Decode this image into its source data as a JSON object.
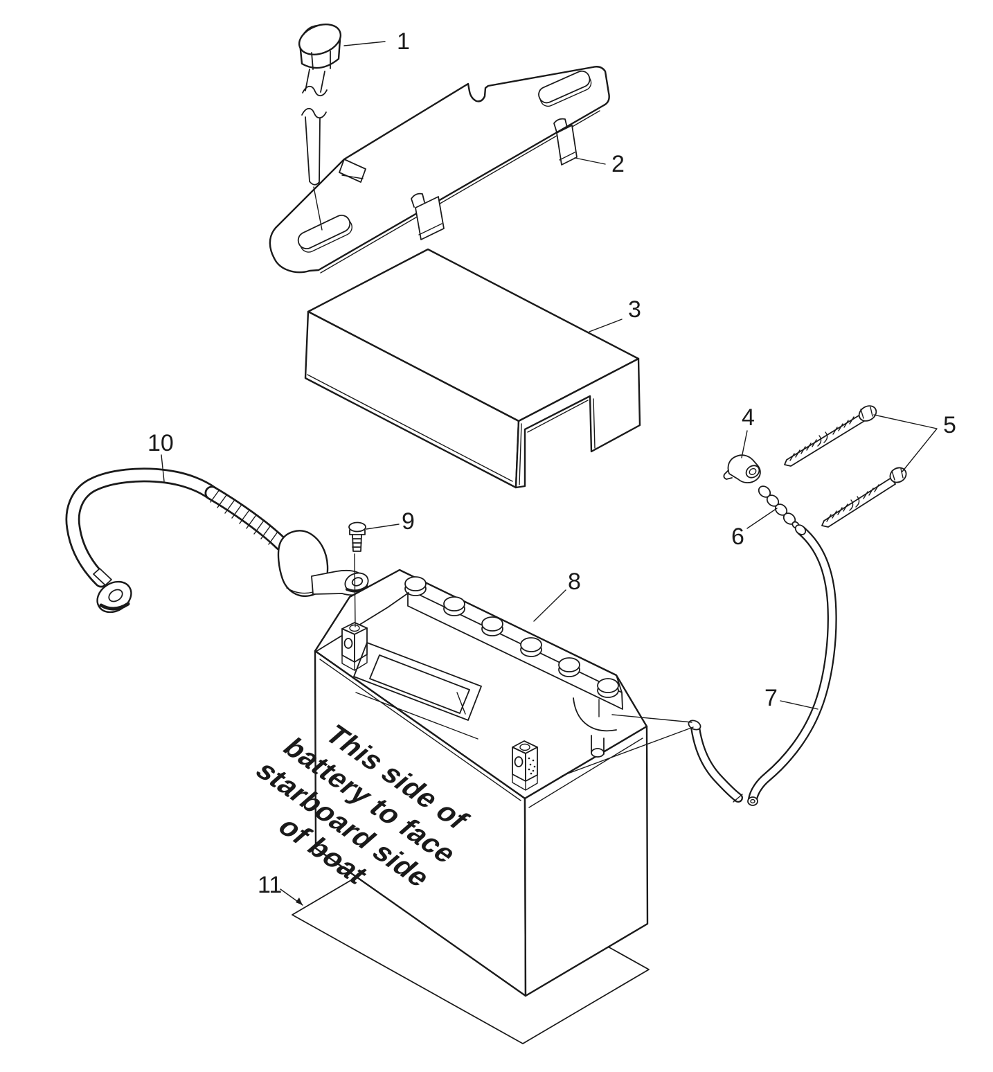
{
  "figure": {
    "background_color": "#ffffff",
    "line_color": "#1a1a1a",
    "battery_warning_lines": [
      "This side of",
      "battery to face",
      "starboard side",
      "of boat"
    ],
    "callouts": [
      {
        "number": "1"
      },
      {
        "number": "2"
      },
      {
        "number": "3"
      },
      {
        "number": "4"
      },
      {
        "number": "5"
      },
      {
        "number": "6"
      },
      {
        "number": "7"
      },
      {
        "number": "8"
      },
      {
        "number": "9"
      },
      {
        "number": "10"
      },
      {
        "number": "11"
      }
    ]
  }
}
